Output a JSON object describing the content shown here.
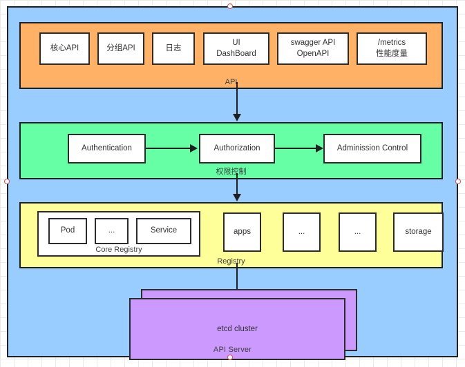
{
  "diagram": {
    "title": "API Server",
    "colors": {
      "outer_background": "#99ccff",
      "api_band": "#ffb266",
      "auth_band": "#66ffa6",
      "registry_band": "#ffff99",
      "etcd": "#cc99ff",
      "box_fill": "#ffffff",
      "stroke": "#1f1f1f",
      "handle": "#d94c4c"
    },
    "outer_label": "API Server",
    "bands": {
      "api": {
        "label": "API",
        "boxes": [
          {
            "id": "core-api",
            "label": "核心API"
          },
          {
            "id": "group-api",
            "label": "分组API"
          },
          {
            "id": "log",
            "label": "日志"
          },
          {
            "id": "ui-dashboard",
            "label": "UI\nDashBoard"
          },
          {
            "id": "swagger",
            "label": "swagger API\nOpenAPI"
          },
          {
            "id": "metrics",
            "label": "/metrics\n性能度量"
          }
        ]
      },
      "auth": {
        "label": "权限控制",
        "boxes": [
          {
            "id": "authentication",
            "label": "Authentication"
          },
          {
            "id": "authorization",
            "label": "Authorization"
          },
          {
            "id": "admission",
            "label": "Adminission Control"
          }
        ]
      },
      "registry": {
        "label": "Registry",
        "core_registry": {
          "label": "Core Registry",
          "boxes": [
            {
              "id": "pod",
              "label": "Pod"
            },
            {
              "id": "core-dots",
              "label": "..."
            },
            {
              "id": "service",
              "label": "Service"
            }
          ]
        },
        "boxes": [
          {
            "id": "apps",
            "label": "apps"
          },
          {
            "id": "dots-1",
            "label": "..."
          },
          {
            "id": "dots-2",
            "label": "..."
          },
          {
            "id": "storage",
            "label": "storage"
          }
        ]
      }
    },
    "etcd": {
      "label": "etcd cluster"
    }
  }
}
